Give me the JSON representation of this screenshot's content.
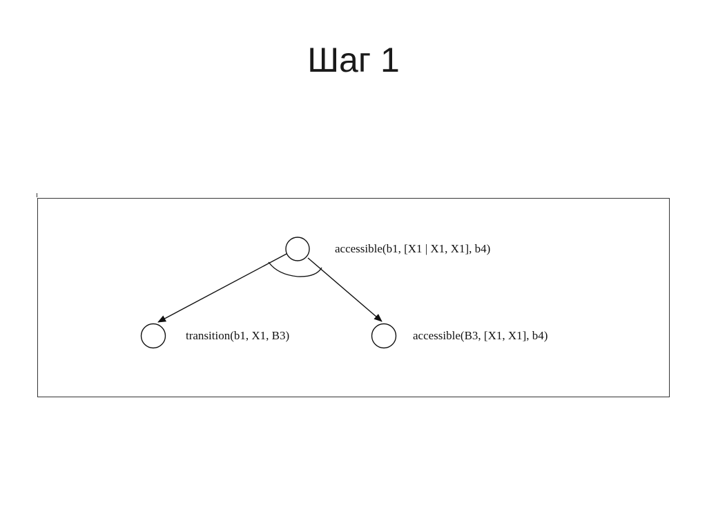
{
  "slide": {
    "title": "Шаг 1"
  },
  "diagram": {
    "nodes": {
      "root": {
        "label": "accessible(b1, [X1 | X1, X1], b4)"
      },
      "left": {
        "label": "transition(b1, X1, B3)"
      },
      "right": {
        "label": "accessible(B3, [X1, X1], b4)"
      }
    },
    "edges": [
      {
        "from": "root",
        "to": "left"
      },
      {
        "from": "root",
        "to": "right"
      }
    ],
    "and_arc": true
  }
}
